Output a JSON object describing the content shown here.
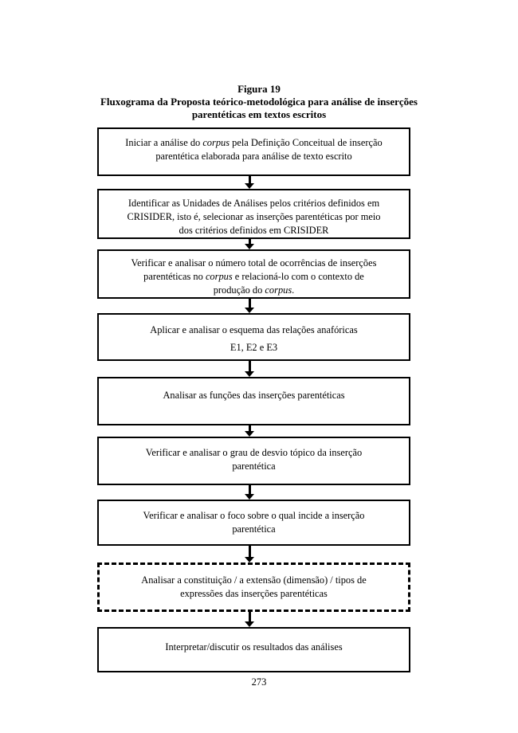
{
  "colors": {
    "ink": "#000000",
    "paper": "#ffffff"
  },
  "caption": {
    "figure_label": "Figura 19",
    "title_line1": "Fluxograma da Proposta teórico-metodológica para análise de inserções",
    "title_line2": "parentéticas em textos escritos"
  },
  "page_number": "273",
  "flowchart": {
    "boxes": [
      {
        "id": "step-1",
        "border": "solid",
        "lines": [
          {
            "segments": [
              {
                "text": "Iniciar a análise do "
              },
              {
                "text": "corpus",
                "italic": true
              },
              {
                "text": " pela Definição Conceitual de inserção"
              }
            ]
          },
          {
            "segments": [
              {
                "text": "parentética elaborada para análise de texto escrito"
              }
            ]
          }
        ]
      },
      {
        "id": "step-2",
        "border": "solid",
        "lines": [
          {
            "segments": [
              {
                "text": "Identificar as Unidades de Análises pelos critérios definidos em"
              }
            ]
          },
          {
            "segments": [
              {
                "text": "CRISIDER, isto é, selecionar as inserções parentéticas por meio"
              }
            ]
          },
          {
            "segments": [
              {
                "text": "dos critérios definidos em CRISIDER"
              }
            ]
          }
        ]
      },
      {
        "id": "step-3",
        "border": "solid",
        "lines": [
          {
            "segments": [
              {
                "text": "Verificar e analisar o número total de ocorrências de inserções"
              }
            ]
          },
          {
            "segments": [
              {
                "text": "parentéticas no "
              },
              {
                "text": "corpus",
                "italic": true
              },
              {
                "text": " e relacioná-lo com o contexto de"
              }
            ]
          },
          {
            "segments": [
              {
                "text": "produção do "
              },
              {
                "text": "corpus",
                "italic": true
              },
              {
                "text": "."
              }
            ]
          }
        ]
      },
      {
        "id": "step-4",
        "border": "solid",
        "lines": [
          {
            "segments": [
              {
                "text": "Aplicar e analisar o esquema das relações anafóricas"
              }
            ]
          },
          {
            "segments": [
              {
                "text": "E1, E2 e E3"
              }
            ]
          }
        ]
      },
      {
        "id": "step-5",
        "border": "solid",
        "lines": [
          {
            "segments": [
              {
                "text": "Analisar as funções das inserções parentéticas"
              }
            ]
          }
        ]
      },
      {
        "id": "step-6",
        "border": "solid",
        "lines": [
          {
            "segments": [
              {
                "text": "Verificar e analisar o grau de desvio tópico da inserção"
              }
            ]
          },
          {
            "segments": [
              {
                "text": "parentética"
              }
            ]
          }
        ]
      },
      {
        "id": "step-7",
        "border": "solid",
        "lines": [
          {
            "segments": [
              {
                "text": "Verificar e analisar o foco sobre o qual incide a inserção"
              }
            ]
          },
          {
            "segments": [
              {
                "text": "parentética"
              }
            ]
          }
        ]
      },
      {
        "id": "step-8",
        "border": "dashed",
        "lines": [
          {
            "segments": [
              {
                "text": "Analisar a constituição / a extensão (dimensão) / tipos de"
              }
            ]
          },
          {
            "segments": [
              {
                "text": "expressões das inserções parentéticas"
              }
            ]
          }
        ]
      },
      {
        "id": "step-9",
        "border": "solid",
        "lines": [
          {
            "segments": [
              {
                "text": "Interpretar/discutir os resultados das análises"
              }
            ]
          }
        ]
      }
    ]
  }
}
